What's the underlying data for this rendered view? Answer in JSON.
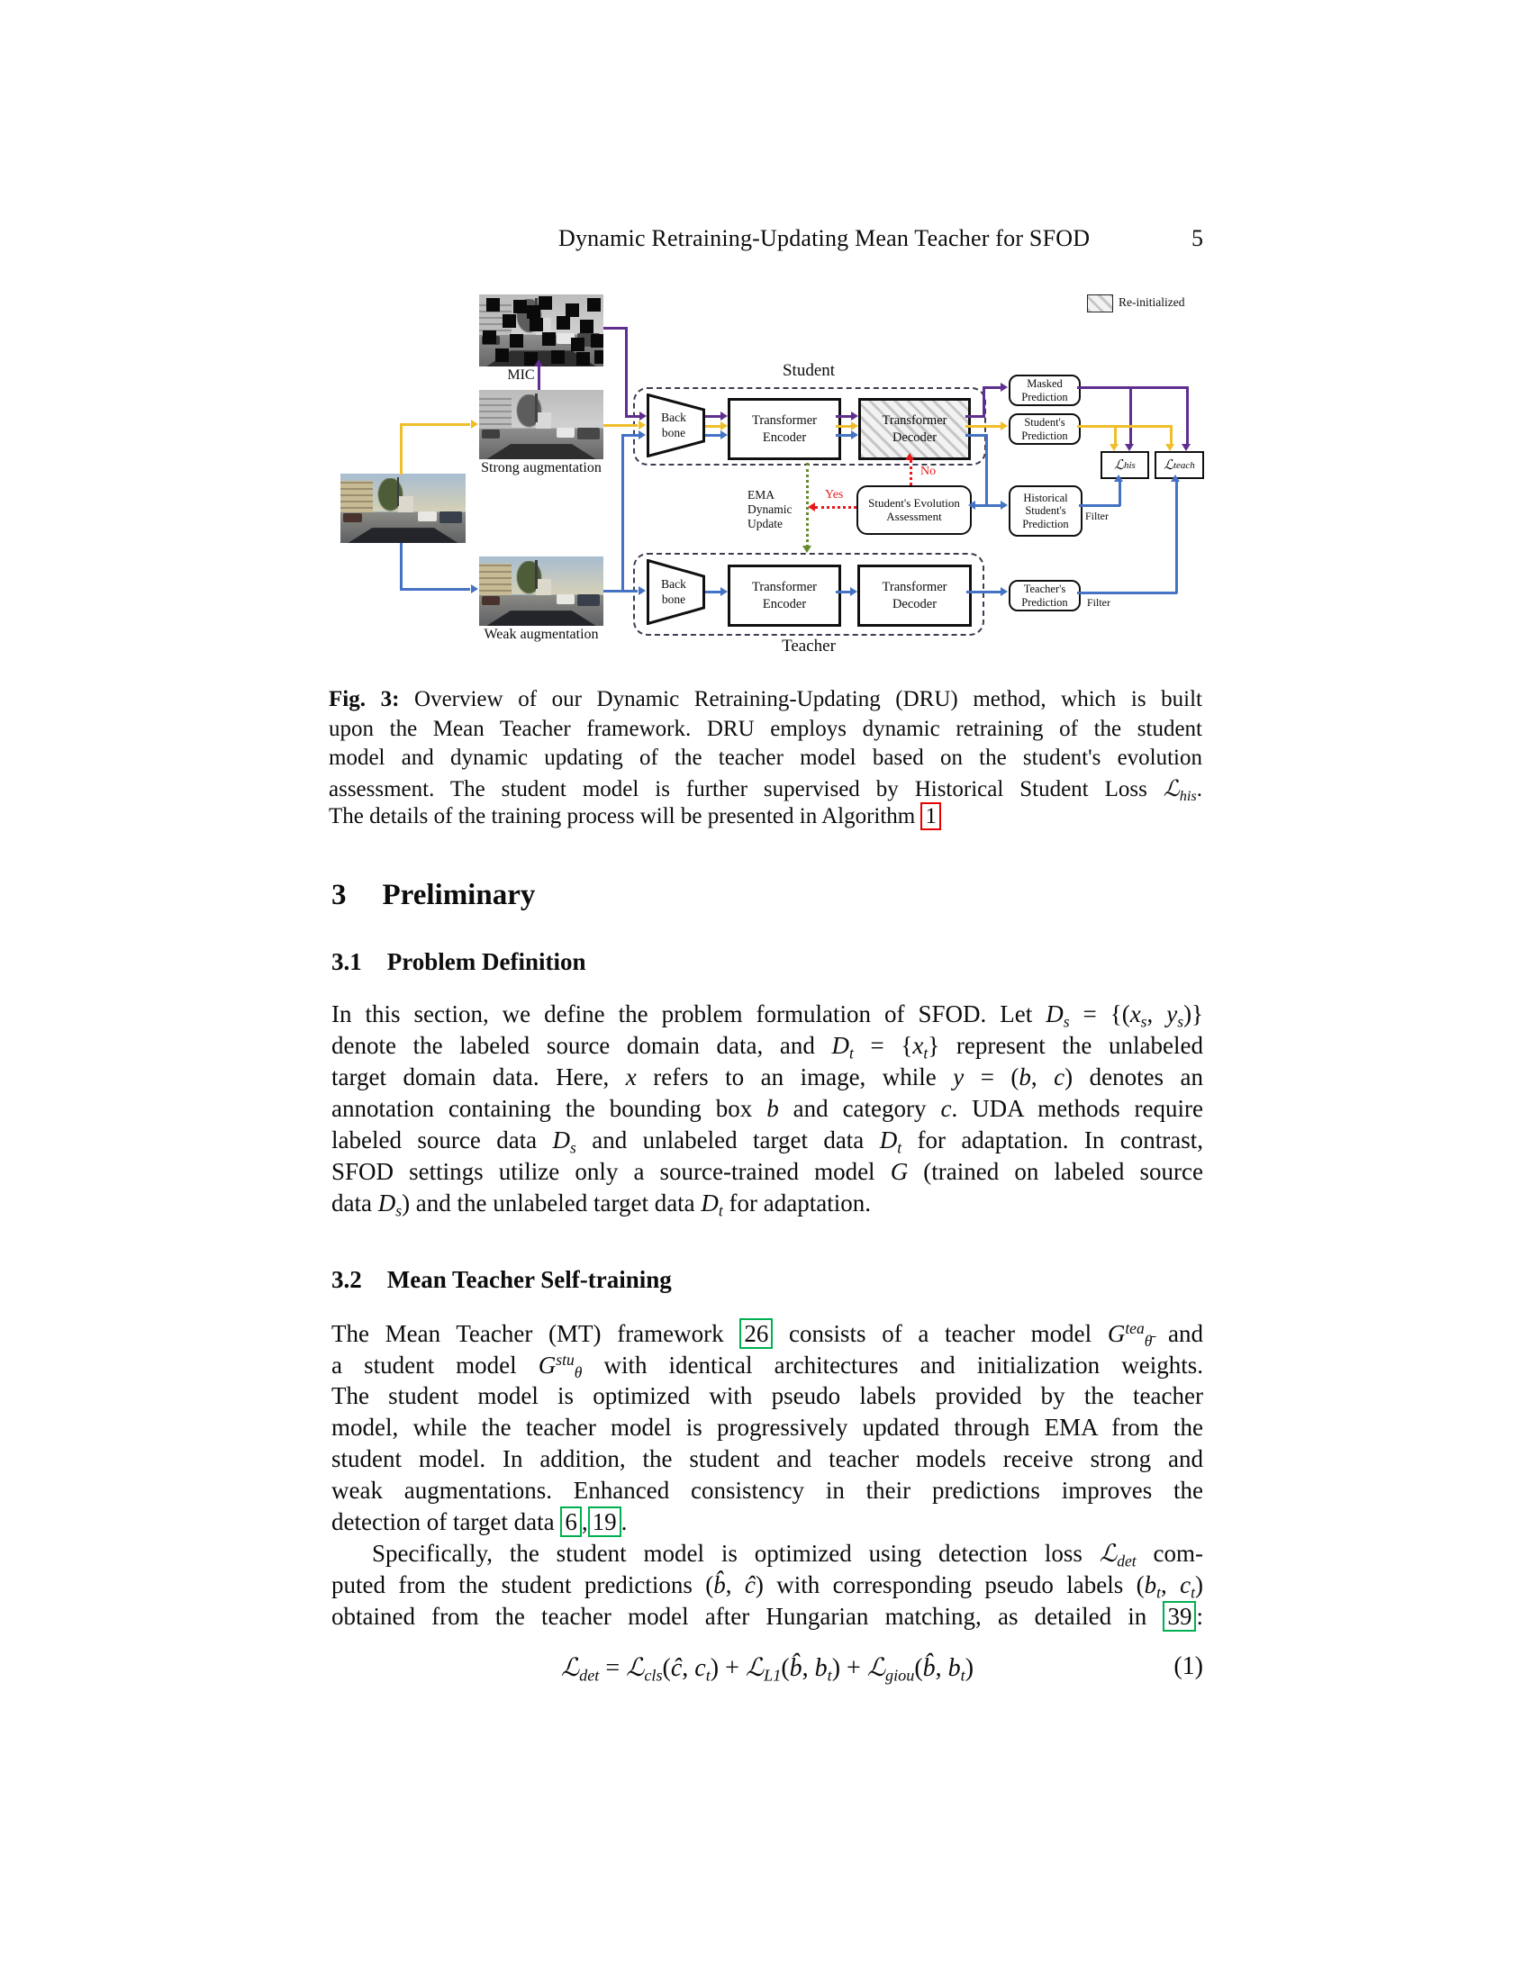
{
  "colors": {
    "purple": "#5E2F8F",
    "yellow": "#EFBE2A",
    "blue": "#4472C4",
    "red": "#E8191C",
    "green": "#67892E",
    "cite_green": "#00B050",
    "cite_red": "#E60000"
  },
  "header": {
    "running_title": "Dynamic Retraining-Updating Mean Teacher for SFOD",
    "page_number": "5"
  },
  "figure": {
    "legend": "Re-initialized",
    "titles": {
      "student": "Student",
      "teacher": "Teacher"
    },
    "photo_labels": {
      "mic": "MIC",
      "strong": "Strong augmentation",
      "weak": "Weak augmentation"
    },
    "backbone": [
      "Back",
      "bone"
    ],
    "encoder": [
      "Transformer",
      "Encoder"
    ],
    "decoder": [
      "Transformer",
      "Decoder"
    ],
    "masked_prediction": [
      "Masked",
      "Prediction"
    ],
    "students_prediction": [
      "Student's",
      "Prediction"
    ],
    "historical_prediction": [
      "Historical",
      "Student's",
      "Prediction"
    ],
    "teachers_prediction": [
      "Teacher's",
      "Prediction"
    ],
    "assessment": [
      "Student's Evolution",
      "Assessment"
    ],
    "ema": [
      "EMA",
      "Dynamic",
      "Update"
    ],
    "yes": "Yes",
    "no": "No",
    "filter_his": "Filter",
    "filter_teach": "Filter",
    "loss_his": {
      "base": "ℒ",
      "sub": "his"
    },
    "loss_teach": {
      "base": "ℒ",
      "sub": "teach"
    }
  },
  "caption": [
    [
      {
        "t": "Fig. 3: ",
        "c": "b"
      },
      {
        "t": "Overview of our Dynamic Retraining-Updating (DRU) method, which is built"
      }
    ],
    [
      {
        "t": "upon the Mean Teacher framework. DRU employs dynamic retraining of the student"
      }
    ],
    [
      {
        "t": "model and dynamic updating of the teacher model based on the student's evolution"
      }
    ],
    [
      {
        "t": "assessment. The student model is further supervised by Historical Student Loss "
      },
      {
        "t": "ℒ",
        "c": "i"
      },
      {
        "t": "his",
        "c": "sub i"
      },
      {
        "t": "."
      }
    ],
    [
      {
        "t": "The details of the training process will be presented in Algorithm "
      },
      {
        "t": "1",
        "c": "cr"
      }
    ]
  ],
  "sections": {
    "sec3": {
      "num": "3",
      "title": "Preliminary"
    },
    "sec31": {
      "num": "3.1",
      "title": "Problem Definition"
    },
    "sec32": {
      "num": "3.2",
      "title": "Mean Teacher Self-training"
    }
  },
  "para1": [
    [
      {
        "t": "In this section, we define the problem formulation of SFOD. Let "
      },
      {
        "t": "D",
        "c": "i"
      },
      {
        "t": "s",
        "c": "sub i"
      },
      {
        "t": " = {("
      },
      {
        "t": "x",
        "c": "i"
      },
      {
        "t": "s",
        "c": "sub i"
      },
      {
        "t": ", "
      },
      {
        "t": "y",
        "c": "i"
      },
      {
        "t": "s",
        "c": "sub i"
      },
      {
        "t": ")}"
      }
    ],
    [
      {
        "t": "denote the labeled source domain data, and "
      },
      {
        "t": "D",
        "c": "i"
      },
      {
        "t": "t",
        "c": "sub i"
      },
      {
        "t": " = {"
      },
      {
        "t": "x",
        "c": "i"
      },
      {
        "t": "t",
        "c": "sub i"
      },
      {
        "t": "} represent the unlabeled"
      }
    ],
    [
      {
        "t": "target domain data. Here, "
      },
      {
        "t": "x",
        "c": "i"
      },
      {
        "t": " refers to an image, while "
      },
      {
        "t": "y",
        "c": "i"
      },
      {
        "t": " = ("
      },
      {
        "t": "b",
        "c": "i"
      },
      {
        "t": ", "
      },
      {
        "t": "c",
        "c": "i"
      },
      {
        "t": ") denotes an"
      }
    ],
    [
      {
        "t": "annotation containing the bounding box "
      },
      {
        "t": "b",
        "c": "i"
      },
      {
        "t": " and category "
      },
      {
        "t": "c",
        "c": "i"
      },
      {
        "t": ". UDA methods require"
      }
    ],
    [
      {
        "t": "labeled source data "
      },
      {
        "t": "D",
        "c": "i"
      },
      {
        "t": "s",
        "c": "sub i"
      },
      {
        "t": " and unlabeled target data "
      },
      {
        "t": "D",
        "c": "i"
      },
      {
        "t": "t",
        "c": "sub i"
      },
      {
        "t": " for adaptation. In contrast,"
      }
    ],
    [
      {
        "t": "SFOD settings utilize only a source-trained model "
      },
      {
        "t": "G",
        "c": "i"
      },
      {
        "t": " (trained on labeled source"
      }
    ],
    [
      {
        "t": "data "
      },
      {
        "t": "D",
        "c": "i"
      },
      {
        "t": "s",
        "c": "sub i"
      },
      {
        "t": ") and the unlabeled target data "
      },
      {
        "t": "D",
        "c": "i"
      },
      {
        "t": "t",
        "c": "sub i"
      },
      {
        "t": " for adaptation."
      }
    ]
  ],
  "para2": [
    [
      {
        "t": "The Mean Teacher (MT) framework "
      },
      {
        "t": "26",
        "c": "cg"
      },
      {
        "t": " consists of a teacher model "
      },
      {
        "t": "G",
        "c": "i"
      },
      {
        "t": "tea",
        "c": "sup i"
      },
      {
        "t": "θ̄",
        "c": "sub i"
      },
      {
        "t": " and"
      }
    ],
    [
      {
        "t": "a student model "
      },
      {
        "t": "G",
        "c": "i"
      },
      {
        "t": "stu",
        "c": "sup i"
      },
      {
        "t": "θ",
        "c": "sub i"
      },
      {
        "t": " with identical architectures and initialization weights."
      }
    ],
    [
      {
        "t": "The student model is optimized with pseudo labels provided by the teacher"
      }
    ],
    [
      {
        "t": "model, while the teacher model is progressively updated through EMA from the"
      }
    ],
    [
      {
        "t": "student model. In addition, the student and teacher models receive strong and"
      }
    ],
    [
      {
        "t": "weak augmentations. Enhanced consistency in their predictions improves the"
      }
    ],
    [
      {
        "t": "detection of target data "
      },
      {
        "t": "6",
        "c": "cg"
      },
      {
        "t": ","
      },
      {
        "t": "19",
        "c": "cg"
      },
      {
        "t": "."
      }
    ]
  ],
  "para3": [
    [
      {
        "t": "Specifically, the student model is optimized using detection loss "
      },
      {
        "t": "ℒ",
        "c": "i"
      },
      {
        "t": "det",
        "c": "sub i"
      },
      {
        "t": " com-"
      }
    ],
    [
      {
        "t": "puted from the student predictions ("
      },
      {
        "t": "b̂",
        "c": "i"
      },
      {
        "t": ", "
      },
      {
        "t": "ĉ",
        "c": "i"
      },
      {
        "t": ") with corresponding pseudo labels ("
      },
      {
        "t": "b",
        "c": "i"
      },
      {
        "t": "t",
        "c": "sub i"
      },
      {
        "t": ", "
      },
      {
        "t": "c",
        "c": "i"
      },
      {
        "t": "t",
        "c": "sub i"
      },
      {
        "t": ")"
      }
    ],
    [
      {
        "t": "obtained from the teacher model after Hungarian matching, as detailed in "
      },
      {
        "t": "39",
        "c": "cg"
      },
      {
        "t": ":"
      }
    ]
  ],
  "equation": {
    "runs": [
      {
        "t": "ℒ",
        "c": "i"
      },
      {
        "t": "det",
        "c": "sub i"
      },
      {
        "t": " = "
      },
      {
        "t": "ℒ",
        "c": "i"
      },
      {
        "t": "cls",
        "c": "sub i"
      },
      {
        "t": "("
      },
      {
        "t": "ĉ",
        "c": "i"
      },
      {
        "t": ", "
      },
      {
        "t": "c",
        "c": "i"
      },
      {
        "t": "t",
        "c": "sub i"
      },
      {
        "t": ") + "
      },
      {
        "t": "ℒ",
        "c": "i"
      },
      {
        "t": "L1",
        "c": "sub i"
      },
      {
        "t": "("
      },
      {
        "t": "b̂",
        "c": "i"
      },
      {
        "t": ", "
      },
      {
        "t": "b",
        "c": "i"
      },
      {
        "t": "t",
        "c": "sub i"
      },
      {
        "t": ") + "
      },
      {
        "t": "ℒ",
        "c": "i"
      },
      {
        "t": "giou",
        "c": "sub i"
      },
      {
        "t": "("
      },
      {
        "t": "b̂",
        "c": "i"
      },
      {
        "t": ", "
      },
      {
        "t": "b",
        "c": "i"
      },
      {
        "t": "t",
        "c": "sub i"
      },
      {
        "t": ")"
      }
    ],
    "number": "(1)"
  }
}
